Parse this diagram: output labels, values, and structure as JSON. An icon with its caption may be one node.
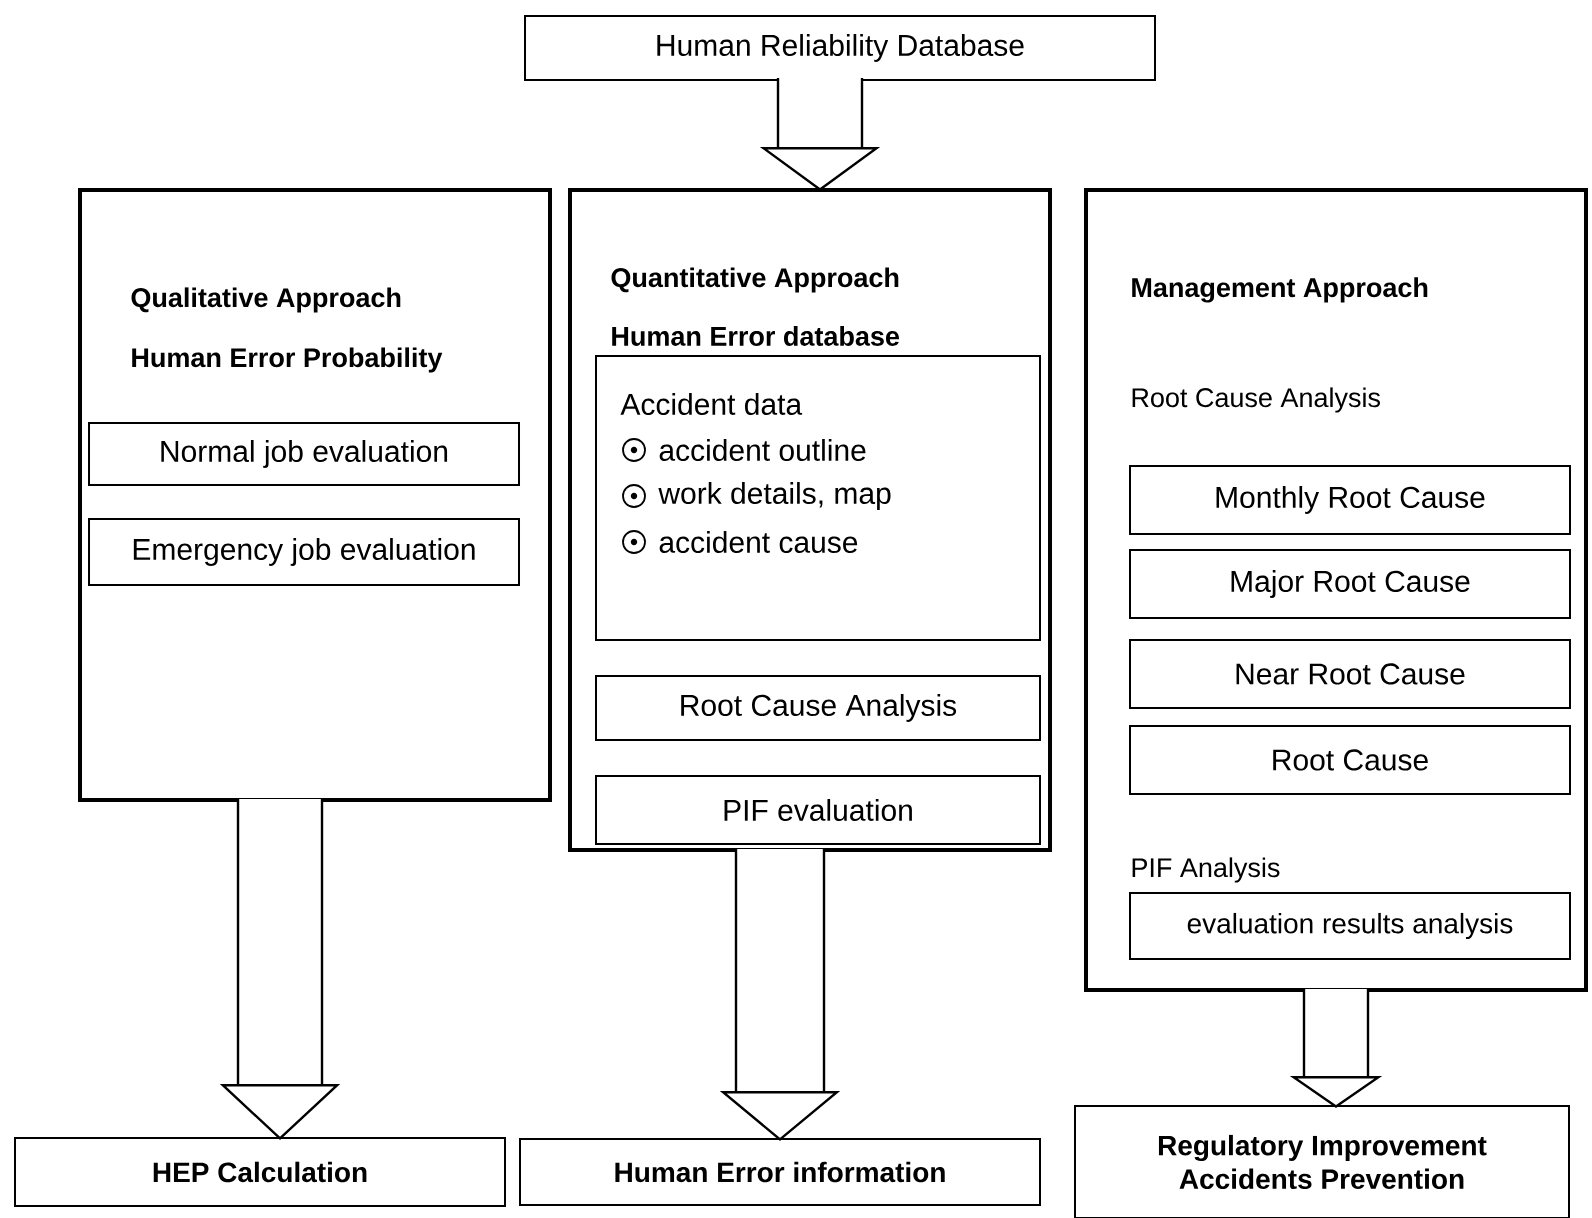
{
  "diagram": {
    "nodes": [
      {
        "text": [
          "Human Reliability Database"
        ]
      },
      {
        "text": [
          "Qualitative Approach",
          "Human Error Probability"
        ]
      },
      {
        "text": [
          "Normal job evaluation"
        ],
        "in": 1
      },
      {
        "text": [
          "Emergency job evaluation"
        ],
        "in": 1
      },
      {
        "text": [
          "Quantitative Approach",
          "Human Error database"
        ]
      },
      {
        "text": [
          "Accident data",
          "accident outline",
          "work details, map",
          "accident cause"
        ],
        "in": 4
      },
      {
        "text": [
          "Root Cause Analysis"
        ],
        "in": 4
      },
      {
        "text": [
          "PIF evaluation"
        ],
        "in": 4
      },
      {
        "text": [
          "Management  Approach",
          "Root Cause Analysis",
          "PIF Analysis"
        ]
      },
      {
        "text": [
          "Monthly Root Cause"
        ],
        "in": 8
      },
      {
        "text": [
          "Major Root Cause"
        ],
        "in": 8
      },
      {
        "text": [
          "Near Root Cause"
        ],
        "in": 8
      },
      {
        "text": [
          "Root Cause"
        ],
        "in": 8
      },
      {
        "text": [
          "evaluation results analysis"
        ],
        "in": 8
      },
      {
        "text": [
          "HEP Calculation"
        ]
      },
      {
        "text": [
          "Human Error information"
        ]
      },
      {
        "text": [
          "Regulatory Improvement",
          "Accidents Prevention"
        ]
      }
    ],
    "edges": [
      {
        "from": 0,
        "to": 4,
        "arrow": "to"
      },
      {
        "from": 1,
        "to": 14,
        "arrow": "to"
      },
      {
        "from": 4,
        "to": 15,
        "arrow": "to"
      },
      {
        "from": 8,
        "to": 16,
        "arrow": "to"
      }
    ]
  }
}
